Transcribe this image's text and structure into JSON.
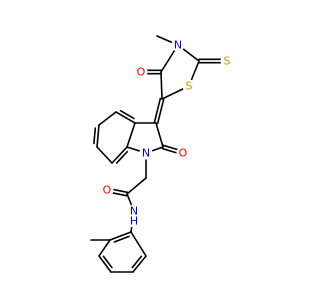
{
  "structure": {
    "colors": {
      "background": "#ffffff",
      "bond": "#000000",
      "carbon": "#000000",
      "nitrogen": "#0000ff",
      "oxygen": "#ff0000",
      "sulfur": "#b8a000"
    },
    "atoms": [
      {
        "id": "N_thz",
        "label": "N",
        "element": "N"
      },
      {
        "id": "O_thz",
        "label": "O",
        "element": "O"
      },
      {
        "id": "S_ring",
        "label": "S",
        "element": "S"
      },
      {
        "id": "S_thione",
        "label": "S",
        "element": "S"
      },
      {
        "id": "O_ind",
        "label": "O",
        "element": "O"
      },
      {
        "id": "N_ind",
        "label": "N",
        "element": "N"
      },
      {
        "id": "O_amide",
        "label": "O",
        "element": "O"
      },
      {
        "id": "N_amide",
        "label": "N",
        "element": "N"
      },
      {
        "id": "H_amide",
        "label": "H",
        "element": "N"
      }
    ]
  }
}
